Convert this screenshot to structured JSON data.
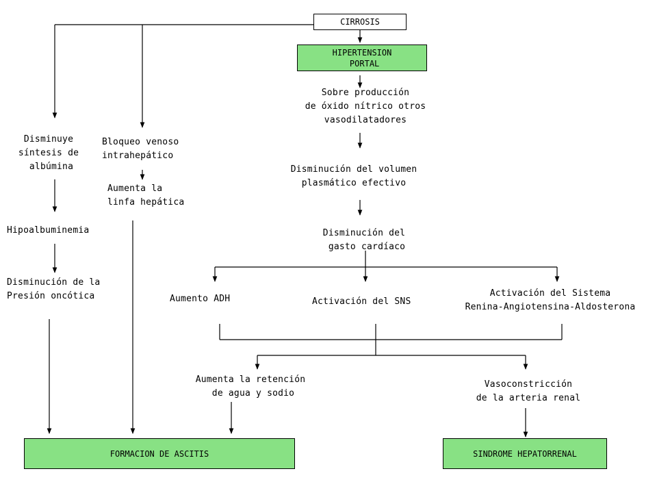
{
  "colors": {
    "box_fill": "#88e184",
    "line": "#000000"
  },
  "boxes": {
    "cirrosis": "CIRROSIS",
    "hipertension": "HIPERTENSION\n PORTAL",
    "ascitis": "FORMACION DE ASCITIS",
    "hepatorrenal": "SINDROME HEPATORRENAL"
  },
  "nodes": {
    "disminuye_sintesis": "Disminuye\nsíntesis de\n albúmina",
    "bloqueo_venoso": "Bloqueo venoso\nintrahepático",
    "aumenta_linfa": "Aumenta la\nlinfa hepática",
    "hipoalbuminemia": "Hipoalbuminemia",
    "disminucion_presion": "Disminución de la\nPresión oncótica",
    "sobre_produccion": "Sobre producción\nde óxido nítrico otros\nvasodilatadores",
    "disminucion_volumen": "Disminución del volumen\nplasmático efectivo",
    "disminucion_gasto": "Disminución del\n gasto cardíaco",
    "aumento_adh": "Aumento ADH",
    "activacion_sns": "Activación del SNS",
    "activacion_sistema": "Activación del Sistema\nRenina-Angiotensina-Aldosterona",
    "retencion": "Aumenta la retención\n de agua y sodio",
    "vasoconstriccion": "Vasoconstricción\nde la arteria renal"
  }
}
